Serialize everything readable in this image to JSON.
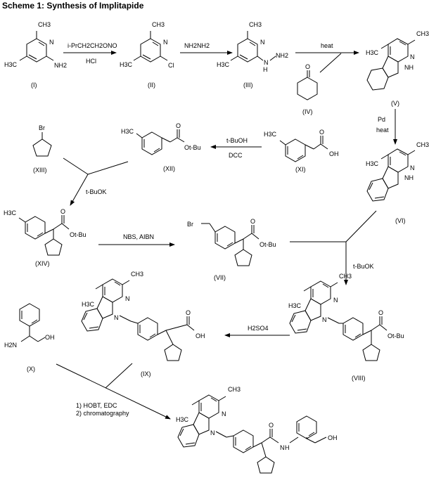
{
  "title": "Scheme 1: Synthesis of Implitapide",
  "compounds": {
    "I": {
      "label": "(I)",
      "atoms": [
        "CH3",
        "H3C",
        "NH2"
      ]
    },
    "II": {
      "label": "(II)",
      "atoms": [
        "CH3",
        "H3C",
        "Cl"
      ]
    },
    "III": {
      "label": "(III)",
      "atoms": [
        "CH3",
        "H3C",
        "N",
        "H",
        "NH2"
      ]
    },
    "IV": {
      "label": "(IV)",
      "atoms": [
        "O"
      ]
    },
    "V": {
      "label": "(V)",
      "atoms": [
        "CH3",
        "H3C",
        "NH"
      ]
    },
    "VI": {
      "label": "(VI)",
      "atoms": [
        "CH3",
        "H3C",
        "NH"
      ]
    },
    "VII": {
      "label": "(VII)",
      "atoms": [
        "Br",
        "O",
        "Ot-Bu"
      ]
    },
    "VIII": {
      "label": "(VIII)",
      "atoms": [
        "CH3",
        "H3C",
        "N",
        "O",
        "Ot-Bu"
      ]
    },
    "IX": {
      "label": "(IX)",
      "atoms": [
        "CH3",
        "H3C",
        "N",
        "O",
        "OH"
      ]
    },
    "X": {
      "label": "(X)",
      "atoms": [
        "H2N",
        "OH"
      ]
    },
    "XI": {
      "label": "(XI)",
      "atoms": [
        "H3C",
        "O",
        "OH"
      ]
    },
    "XII": {
      "label": "(XII)",
      "atoms": [
        "H3C",
        "O",
        "Ot-Bu"
      ]
    },
    "XIII": {
      "label": "(XIII)",
      "atoms": [
        "Br"
      ]
    },
    "XIV": {
      "label": "(XIV)",
      "atoms": [
        "H3C",
        "O",
        "Ot-Bu"
      ]
    },
    "final": {
      "label": "",
      "atoms": [
        "CH3",
        "H3C",
        "N",
        "O",
        "N",
        "H",
        "OH"
      ]
    }
  },
  "reagents": {
    "r1_top": "i-PrCH2CH2ONO",
    "r1_bottom": "HCl",
    "r2_top": "NH2NH2",
    "r3_top": "heat",
    "r4_top": "Pd",
    "r4_bottom": "heat",
    "r5_top": "t-BuOH",
    "r5_bottom": "DCC",
    "r6": "t-BuOK",
    "r7": "NBS, AIBN",
    "r8": "t-BuOK",
    "r9": "H2SO4",
    "r10_line1": "1) HOBT, EDC",
    "r10_line2": "2) chromatography"
  }
}
